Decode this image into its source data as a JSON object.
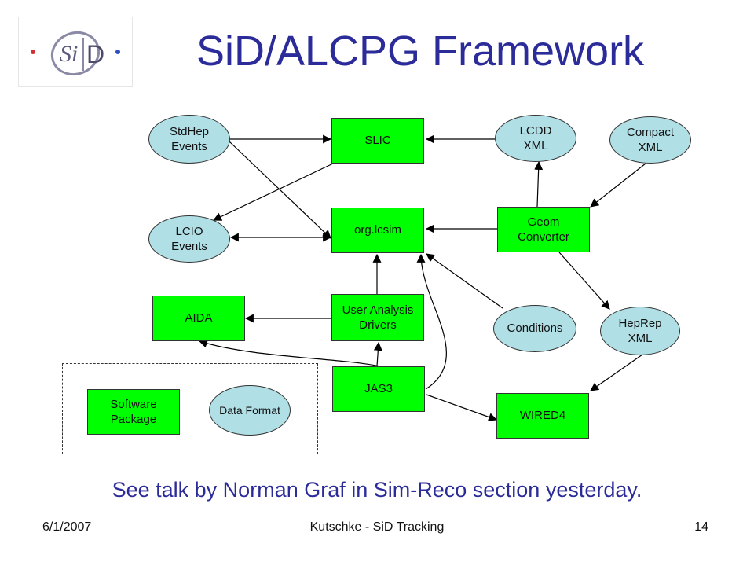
{
  "title": "SiD/ALCPG Framework",
  "logo": {
    "text_si": "Si",
    "text_d": "D"
  },
  "nodes": {
    "stdhep": "StdHep\nEvents",
    "slic": "SLIC",
    "lcdd": "LCDD\nXML",
    "compact": "Compact\nXML",
    "lcio": "LCIO\nEvents",
    "orglcsim": "org.lcsim",
    "geom": "Geom\nConverter",
    "aida": "AIDA",
    "user_analysis": "User Analysis\nDrivers",
    "conditions": "Conditions",
    "heprep": "HepRep\nXML",
    "jas3": "JAS3",
    "wired4": "WIRED4"
  },
  "legend": {
    "software_package": "Software\nPackage",
    "data_format": "Data Format"
  },
  "note": "See talk by Norman Graf in Sim-Reco section yesterday.",
  "footer": {
    "date": "6/1/2007",
    "center": "Kutschke - SiD Tracking",
    "page": "14"
  }
}
